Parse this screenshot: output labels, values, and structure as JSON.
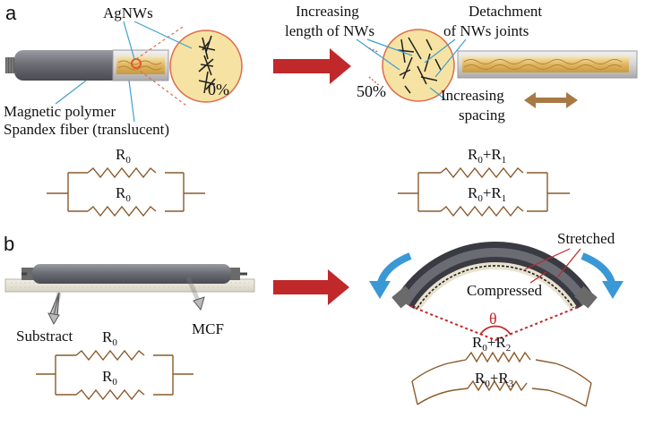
{
  "panels": {
    "a": {
      "letter": "a",
      "labels": {
        "agnws": "AgNWs",
        "magnetic_polymer": "Magnetic polymer",
        "spandex": "Spandex fiber (translucent)",
        "strain_0": "0%",
        "strain_50": "50%",
        "increasing_length_1": "Increasing",
        "increasing_length_2": "length of NWs",
        "detachment_1": "Detachment",
        "detachment_2": "of NWs joints",
        "increasing_spacing_1": "Increasing",
        "increasing_spacing_2": "spacing"
      },
      "circuit_left": {
        "top": "R",
        "top_sub": "0",
        "bottom": "R",
        "bottom_sub": "0"
      },
      "circuit_right": {
        "top": "R",
        "top_sub": "0",
        "top_plus": "+R",
        "top_plus_sub": "1",
        "bottom": "R",
        "bottom_sub": "0",
        "bottom_plus": "+R",
        "bottom_plus_sub": "1"
      }
    },
    "b": {
      "letter": "b",
      "labels": {
        "substract": "Substract",
        "mcf": "MCF",
        "stretched": "Stretched",
        "compressed": "Compressed",
        "theta": "θ"
      },
      "circuit_left": {
        "top": "R",
        "top_sub": "0",
        "bottom": "R",
        "bottom_sub": "0"
      },
      "circuit_right": {
        "top": "R",
        "top_sub": "0",
        "top_plus": "+R",
        "top_plus_sub": "2",
        "bottom": "R",
        "bottom_sub": "0",
        "bottom_plus": "+R",
        "bottom_plus_sub": "3"
      }
    }
  },
  "colors": {
    "arrow_red": "#c0282a",
    "resistor_brown": "#8a5a2b",
    "fiber_gray": "#6e6e76",
    "nanowire_fill": "#f6e3a3",
    "circle_border": "#e06a4a",
    "pointer_blue": "#3fa0cf",
    "bend_arrow": "#3a98d6",
    "double_arrow": "#a87845"
  }
}
